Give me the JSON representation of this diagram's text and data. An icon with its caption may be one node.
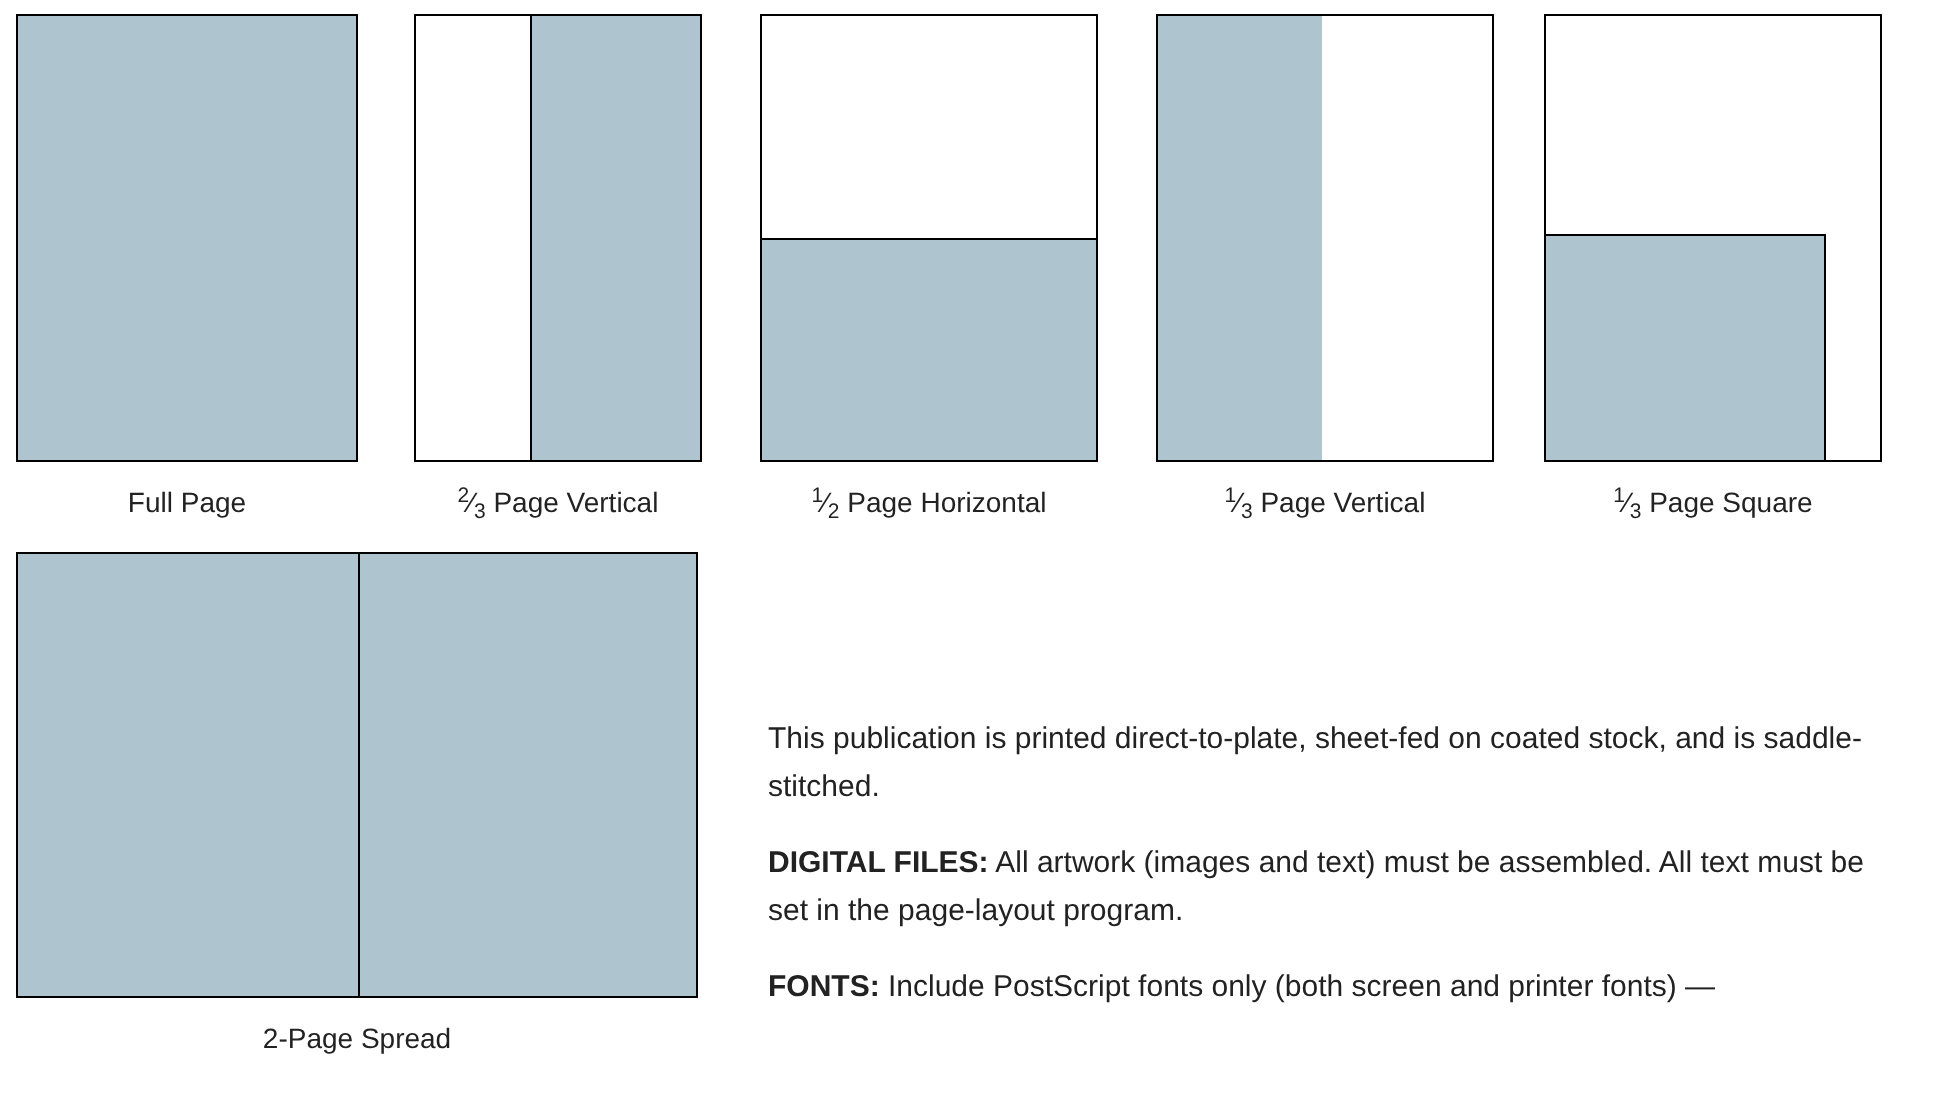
{
  "diagram": {
    "nodes": [
      {
        "text": [],
        "shape": "box",
        "beside": [
          "Full Page"
        ]
      },
      {
        "text": [],
        "shape": "box",
        "beside": [
          "$^{2}$⁄$_{3}$ Page Vertical"
        ]
      },
      {
        "text": [],
        "shape": "box",
        "beside": [
          "$^{1}$⁄$_{2}$ Page Horizontal"
        ]
      },
      {
        "text": [],
        "shape": "box",
        "beside": [
          "$^{1}$⁄$_{3}$ Page Vertical"
        ]
      },
      {
        "text": [],
        "shape": "box",
        "beside": [
          "$^{1}$⁄$_{3}$ Page Square"
        ]
      },
      {
        "text": [],
        "shape": "box",
        "beside": [
          "2-Page Spread"
        ]
      }
    ],
    "labels": [
      "This publication is printed direct-to-plate, sheet-fed on coated stock, and is saddle-stitched.",
      "**DIGITAL FILES:** All artwork (images and text) must be assembled. All text must be set in the page-layout program.",
      "**FONTS:** Include PostScript fonts only (both screen and printer fonts) —"
    ]
  }
}
